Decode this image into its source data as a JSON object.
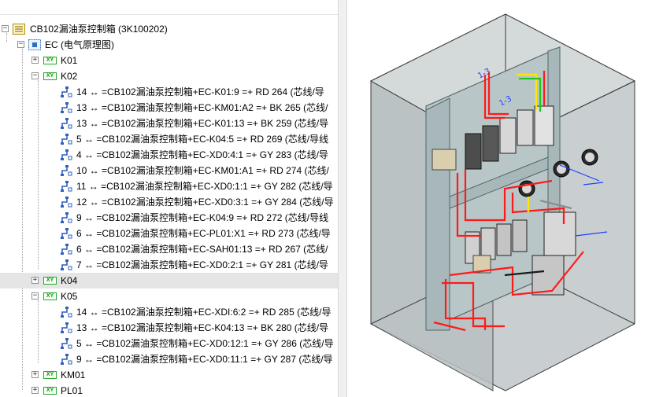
{
  "tree": {
    "root": {
      "label": "CB102漏油泵控制箱 (3K100202)",
      "expander": "−"
    },
    "ec": {
      "label": "EC (电气原理图)",
      "expander": "−"
    },
    "groups": [
      {
        "label": "K01",
        "expander": "+"
      },
      {
        "label": "K02",
        "expander": "−"
      },
      {
        "label": "K04",
        "expander": "+"
      },
      {
        "label": "K05",
        "expander": "−"
      },
      {
        "label": "KM01",
        "expander": "+"
      },
      {
        "label": "PL01",
        "expander": "+"
      }
    ],
    "k02_connections": [
      "14 ↔ =CB102漏油泵控制箱+EC-K01:9 =+ RD 264 (芯线/导",
      "13 ↔ =CB102漏油泵控制箱+EC-KM01:A2 =+ BK 265 (芯线/",
      "13 ↔ =CB102漏油泵控制箱+EC-K01:13 =+ BK 259 (芯线/导",
      "5 ↔ =CB102漏油泵控制箱+EC-K04:5 =+ RD 269 (芯线/导线",
      "4 ↔ =CB102漏油泵控制箱+EC-XD0:4:1 =+ GY 283 (芯线/导",
      "10 ↔ =CB102漏油泵控制箱+EC-KM01:A1 =+ RD 274 (芯线/",
      "11 ↔ =CB102漏油泵控制箱+EC-XD0:1:1 =+ GY 282 (芯线/导",
      "12 ↔ =CB102漏油泵控制箱+EC-XD0:3:1 =+ GY 284 (芯线/导",
      "9 ↔ =CB102漏油泵控制箱+EC-K04:9 =+ RD 272 (芯线/导线",
      "6 ↔ =CB102漏油泵控制箱+EC-PL01:X1 =+ RD 273 (芯线/导",
      "6 ↔ =CB102漏油泵控制箱+EC-SAH01:13 =+ RD 267 (芯线/",
      "7 ↔ =CB102漏油泵控制箱+EC-XD0:2:1 =+ GY 281 (芯线/导"
    ],
    "k05_connections": [
      "14 ↔ =CB102漏油泵控制箱+EC-XDI:6:2 =+ RD 285 (芯线/导",
      "13 ↔ =CB102漏油泵控制箱+EC-K04:13 =+ BK 280 (芯线/导",
      "5 ↔ =CB102漏油泵控制箱+EC-XD0:12:1 =+ GY 286 (芯线/导",
      "9 ↔ =CB102漏油泵控制箱+EC-XD0:11:1 =+ GY 287 (芯线/导"
    ],
    "selected": "K04"
  },
  "viewport_3d": {
    "label_top": "1-3",
    "label_mid": "1-3",
    "wire_colors": [
      "#ff1a1a",
      "#1a1a1a",
      "#8c8c8c",
      "#ffe600",
      "#22c422",
      "#1f3fff"
    ],
    "cabinet_color": "#c8cfd1"
  }
}
